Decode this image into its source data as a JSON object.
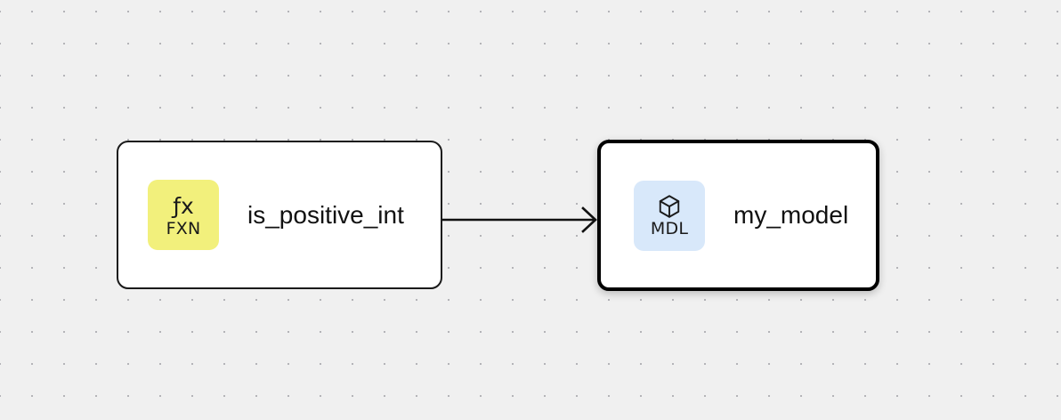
{
  "canvas": {
    "background_color": "#f0f0f0",
    "dot_color": "#b4b4b8",
    "grid_spacing": 36
  },
  "nodes": [
    {
      "id": "fxn-node",
      "title": "is_positive_int",
      "badge": {
        "glyph": "fx-icon",
        "glyph_char": "ƒx",
        "label": "FXN",
        "color": "#f2f07c"
      },
      "selected": false,
      "border_color": "#1a1a1a"
    },
    {
      "id": "mdl-node",
      "title": "my_model",
      "badge": {
        "glyph": "cube-icon",
        "glyph_char": "",
        "label": "MDL",
        "color": "#d8e8fa"
      },
      "selected": true,
      "border_color": "#000000"
    }
  ],
  "edges": [
    {
      "id": "edge-fxn-to-mdl",
      "from": "fxn-node",
      "to": "mdl-node",
      "arrowhead": "open-chevron",
      "color": "#111111"
    }
  ]
}
